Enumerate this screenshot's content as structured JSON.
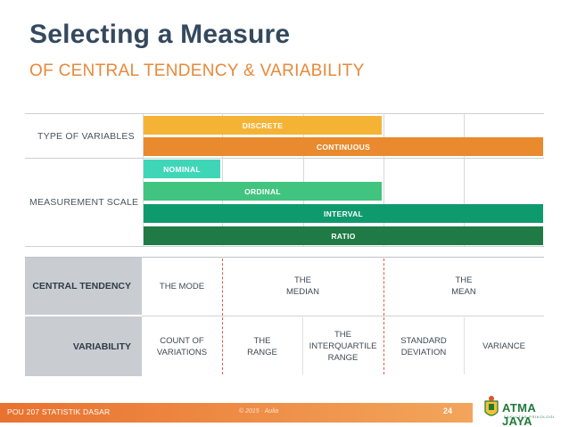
{
  "header": {
    "title": "Selecting a Measure",
    "subtitle": "OF CENTRAL TENDENCY & VARIABILITY"
  },
  "rows": {
    "type_of_variables": "TYPE OF VARIABLES",
    "measurement_scale": "MEASUREMENT SCALE"
  },
  "bars": {
    "discrete": {
      "label": "DISCRETE",
      "color": "#f5b335"
    },
    "continuous": {
      "label": "CONTINUOUS",
      "color": "#e98a2e"
    },
    "nominal": {
      "label": "NOMINAL",
      "color": "#3fd6b8"
    },
    "ordinal": {
      "label": "ORDINAL",
      "color": "#41c47f"
    },
    "interval": {
      "label": "INTERVAL",
      "color": "#0f9a6e"
    },
    "ratio": {
      "label": "RATIO",
      "color": "#1f7a45"
    }
  },
  "table": {
    "central_tendency_label": "CENTRAL TENDENCY",
    "variability_label": "VARIABILITY",
    "mode": "THE MODE",
    "median": "THE\nMEDIAN",
    "mean": "THE\nMEAN",
    "count_of_variations": "COUNT OF\nVARIATIONS",
    "range": "THE\nRANGE",
    "iqr": "THE\nINTERQUARTILE\nRANGE",
    "std": "STANDARD\nDEVIATION",
    "variance": "VARIANCE"
  },
  "footer": {
    "course": "POU 207 STATISTIK DASAR",
    "author": "© 2015 · Aulia",
    "page": "24",
    "logo_text": "ATMA JAYA",
    "logo_sub": "FAKULTAS PSIKOLOGI"
  }
}
